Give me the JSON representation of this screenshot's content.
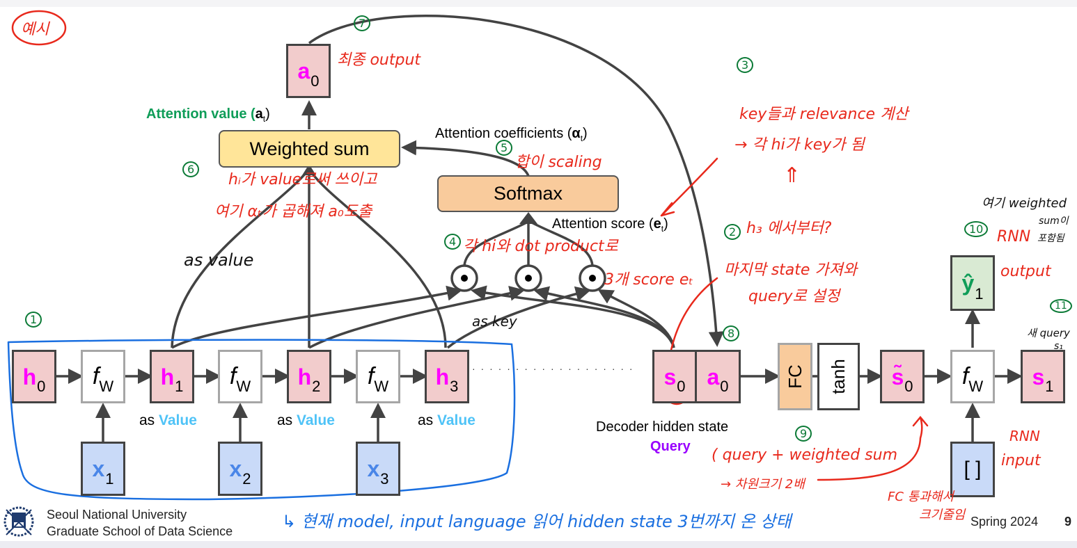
{
  "diagram": {
    "encoder": {
      "states": [
        {
          "symbol": "h",
          "index": "0"
        },
        {
          "symbol": "h",
          "index": "1"
        },
        {
          "symbol": "h",
          "index": "2"
        },
        {
          "symbol": "h",
          "index": "3"
        }
      ],
      "cells": [
        {
          "symbol": "f",
          "index": "W"
        },
        {
          "symbol": "f",
          "index": "W"
        },
        {
          "symbol": "f",
          "index": "W"
        }
      ],
      "inputs": [
        {
          "symbol": "x",
          "index": "1"
        },
        {
          "symbol": "x",
          "index": "2"
        },
        {
          "symbol": "x",
          "index": "3"
        }
      ],
      "value_labels": [
        {
          "prefix": "as ",
          "word": "Value"
        },
        {
          "prefix": "as ",
          "word": "Value"
        },
        {
          "prefix": "as ",
          "word": "Value"
        }
      ],
      "ellipsis": "· · · · · · · · · · · · · · · · · · ·"
    },
    "attention": {
      "output": {
        "symbol": "a",
        "index": "0"
      },
      "attention_value_label": {
        "text": "Attention value (",
        "bold": "a",
        "sub": "t",
        "close": ")"
      },
      "weighted_sum": "Weighted sum",
      "coefficients_label": {
        "text": "Attention coefficients (",
        "bold": "α",
        "sub": "t",
        "close": ")"
      },
      "softmax": "Softmax",
      "score_label": {
        "text": "Attention score (",
        "bold": "e",
        "sub": "t",
        "close": ")"
      },
      "dot_ops": [
        "•",
        "•",
        "•"
      ]
    },
    "decoder": {
      "query_state": {
        "symbol": "s",
        "index": "0"
      },
      "context": {
        "symbol": "a",
        "index": "0"
      },
      "fc": "FC",
      "tanh": "tanh",
      "tilde_state": {
        "symbol": "s̃",
        "index": "0"
      },
      "cell": {
        "symbol": "f",
        "index": "W"
      },
      "next_state": {
        "symbol": "s",
        "index": "1"
      },
      "prediction": {
        "symbol": "ŷ",
        "index": "1"
      },
      "rnn_input": "[ ]",
      "hidden_state_label": "Decoder hidden state",
      "query_label": "Query"
    }
  },
  "annotations": {
    "example": "예시",
    "step1": "1",
    "step2": "2",
    "step3": "3",
    "step4": "4",
    "step5": "5",
    "step6": "6",
    "step7": "7",
    "step8": "8",
    "step9": "9",
    "step10": "10",
    "step11": "11",
    "final_output": "최종 output",
    "key_relevance_1": "key들과 relevance 계산",
    "key_relevance_2": "→ 각 hi가 key가 됨",
    "key_arrow": "⇑",
    "h3_question": "h₃ 에서부터?",
    "last_state_1": "마지막 state 가져와",
    "last_state_2": "query로 설정",
    "dot_product_1": "각 hi와 dot product로",
    "dot_product_2": "3개 score eₜ",
    "scaling": "합이 scaling",
    "value_note_1": "hᵢ가 value로써 쓰이고",
    "value_note_2": "여기 αₜ가 곱해져 a₀도출",
    "as_value": "as value",
    "as_key": "as key",
    "query_sum_1": "( query + weighted sum",
    "query_sum_2": "→ 차원크기 2배",
    "fc_note": "FC 통과해서",
    "fc_note_2": "크기줄임",
    "weighted_sum_note_1": "여기 weighted",
    "weighted_sum_note_2": "sum이",
    "weighted_sum_note_3": "포함됨",
    "rnn_label": "RNN",
    "output_label": "output",
    "rnn_input_1": "RNN",
    "rnn_input_2": "input",
    "new_query": "새 query",
    "new_query_sub": "s₁",
    "bottom_note": "↳ 현재 model, input language 읽어 hidden state 3번까지 온 상태"
  },
  "footer": {
    "university": "Seoul National University",
    "school": "Graduate School of Data Science",
    "term": "Spring 2024",
    "page": "9"
  }
}
